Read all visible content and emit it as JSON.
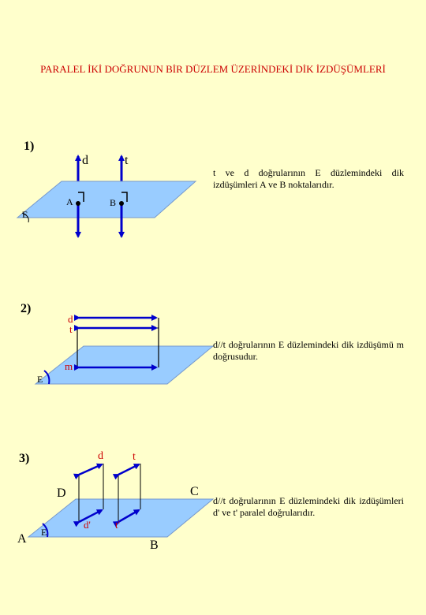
{
  "title": "PARALEL İKİ DOĞRUNUN BİR DÜZLEM ÜZERİNDEKİ DİK İZDÜŞÜMLERİ",
  "colors": {
    "background": "#ffffcc",
    "plane_fill": "#99ccff",
    "line_blue": "#0000cc",
    "title_red": "#cc0000"
  },
  "section1": {
    "number": "1)",
    "line_d": "d",
    "line_t": "t",
    "point_a": "A",
    "point_b": "B",
    "plane": "E",
    "description": "t ve d doğrularının E düzlemindeki dik izdüşümleri A ve B noktalarıdır."
  },
  "section2": {
    "number": "2)",
    "line_d": "d",
    "line_t": "t",
    "line_m": "m",
    "plane": "E",
    "description": "d//t doğrularının E düzlemindeki dik izdüşümü m doğrusudur."
  },
  "section3": {
    "number": "3)",
    "line_d": "d",
    "line_t": "t",
    "proj_d": "d'",
    "proj_t": "t'",
    "corner_a": "A",
    "corner_b": "B",
    "corner_c": "C",
    "corner_d": "D",
    "plane": "E",
    "description": "d//t doğrularının E düzlemindeki dik izdüşümleri d' ve t' paralel doğrularıdır."
  }
}
